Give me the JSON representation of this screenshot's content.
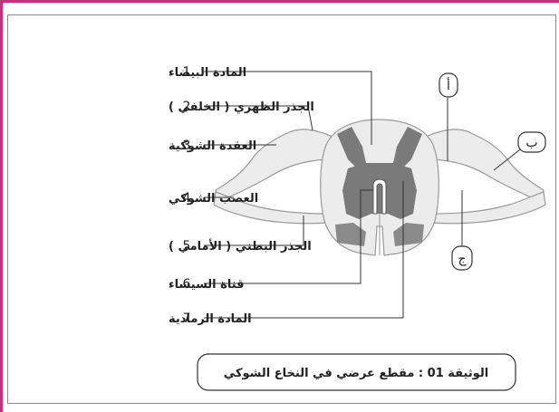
{
  "labels": [
    {
      "num": "1",
      "text": "المادة البيضاء"
    },
    {
      "num": "2",
      "text": "الجذر الظهري ( الخلفي )"
    },
    {
      "num": "3",
      "text": "العقدة الشوكية"
    },
    {
      "num": "4",
      "text": "العصب الشوكي"
    },
    {
      "num": "5",
      "text": "الجذر البطني ( الأمامي )"
    },
    {
      "num": "6",
      "text": "قناة السيساء"
    },
    {
      "num": "7",
      "text": "المادة الرمادية"
    }
  ],
  "letters": {
    "a": "أ",
    "b": "ب",
    "c": "ج"
  },
  "caption": "الوثيقة 01 : مقطع عرضي في النخاع الشوكي",
  "colors": {
    "frame": "#c0357a",
    "white_matter": "#ececec",
    "gray_matter": "#7a7a7a",
    "nerve": "#e6e6e6",
    "outline": "#9a9a9a"
  }
}
